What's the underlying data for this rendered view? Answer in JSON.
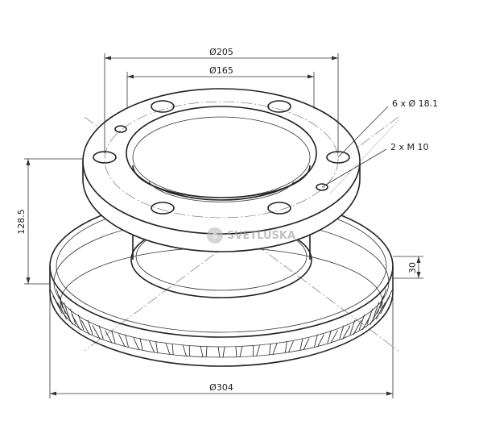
{
  "drawing": {
    "dimensions": {
      "outer_flange_diameter": "Ø205",
      "bolt_circle_diameter": "Ø165",
      "disc_diameter": "Ø304",
      "height": "128.5",
      "thickness": "30"
    },
    "annotations": {
      "bolt_holes": "6 x Ø 18.1",
      "threaded_holes": "2 x M 10"
    },
    "watermark": "SVETLUŠKA",
    "watermark_logo": "S"
  }
}
